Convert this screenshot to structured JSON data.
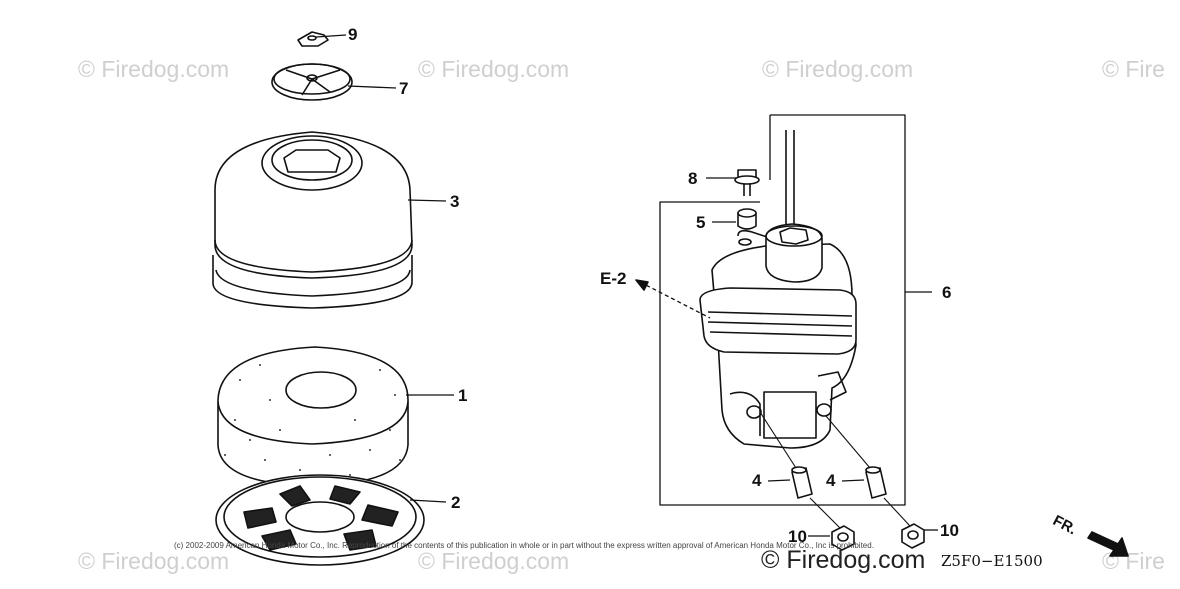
{
  "watermark_text": "© Firedog.com",
  "watermark_partial": "© Fire",
  "callouts": {
    "part_1": "1",
    "part_2": "2",
    "part_3": "3",
    "part_4a": "4",
    "part_4b": "4",
    "part_5": "5",
    "part_6": "6",
    "part_7": "7",
    "part_8": "8",
    "part_9": "9",
    "part_10a": "10",
    "part_10b": "10",
    "ref_e2": "E-2"
  },
  "footer": {
    "copyright": "(c) 2002-2009 American Honda Motor Co., Inc. Reproduction of the contents of this publication in whole or in part without the express written approval of American Honda Motor Co., Inc is prohibited.",
    "brand": "© Firedog.com",
    "drawing_code": "Z5F0−E1500",
    "direction_label": "FR."
  },
  "colors": {
    "line": "#111111",
    "watermark": "#cfcfcf"
  }
}
